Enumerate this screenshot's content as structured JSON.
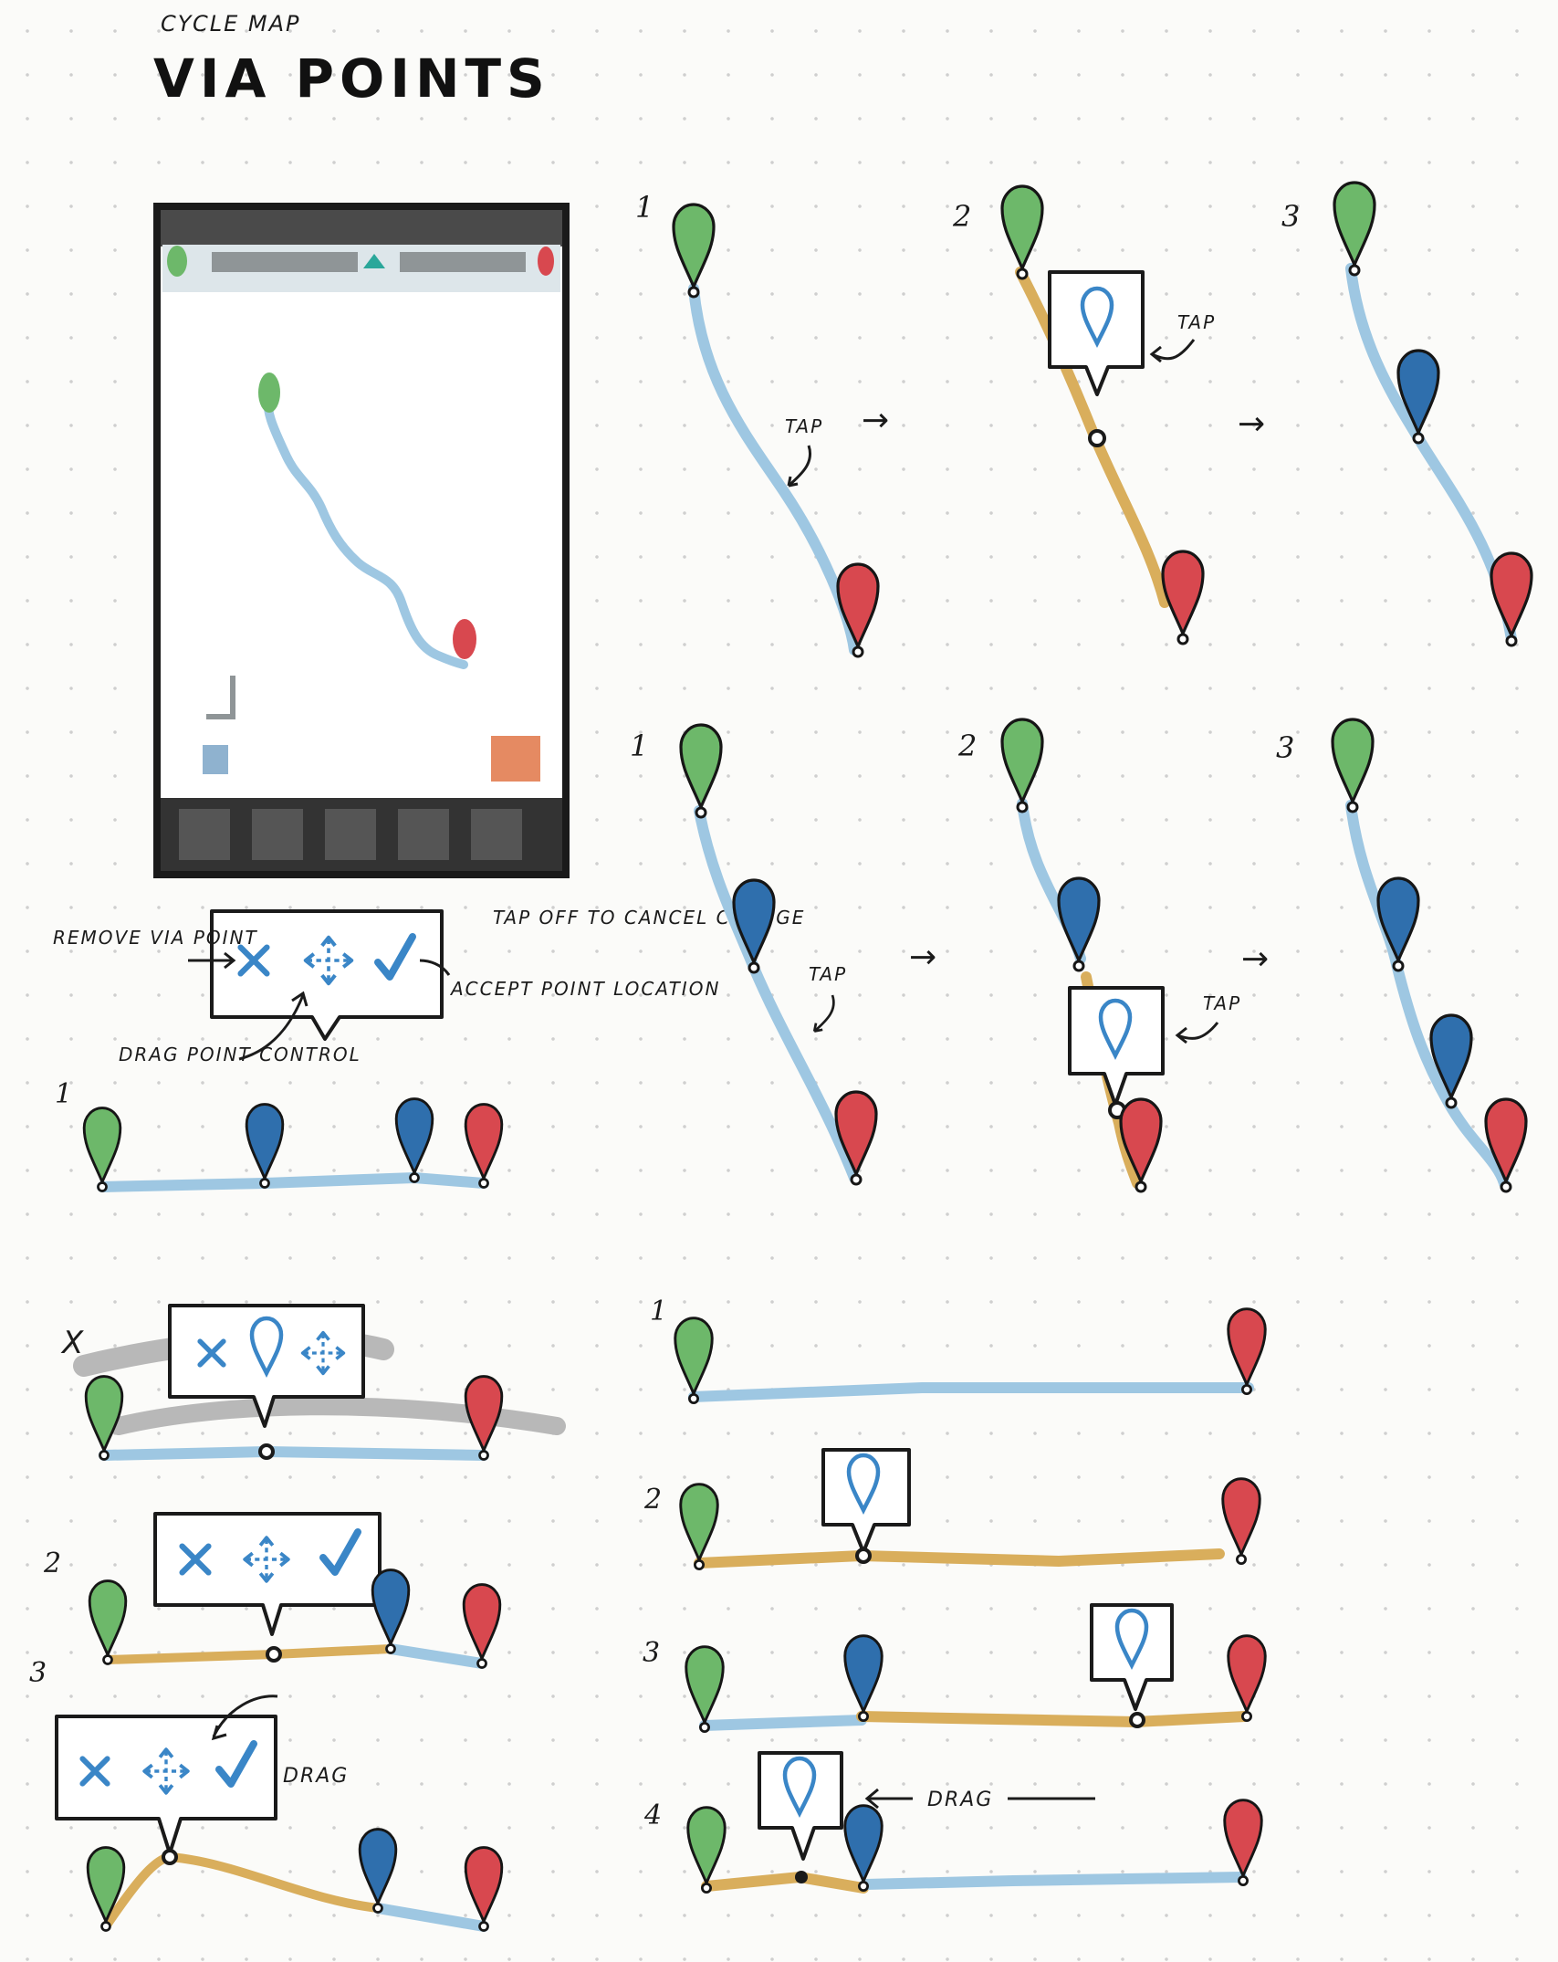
{
  "header": {
    "subtitle": "CYCLE MAP",
    "title": "VIA POINTS"
  },
  "colors": {
    "start_pin": "#6db86a",
    "end_pin": "#d8484f",
    "via_pin": "#2f6fad",
    "route_blue": "#9ec7e2",
    "route_orange": "#d9ae5c",
    "ink": "#1b1b1b",
    "popup_icon": "#3a86c7"
  },
  "annotations": {
    "tap": "TAP",
    "remove_via_point": "REMOVE VIA POINT",
    "tap_off_to_cancel_change": "TAP OFF TO CANCEL CHANGE",
    "accept_point_location": "ACCEPT POINT LOCATION",
    "drag_point_control": "DRAG POINT CONTROL",
    "drag": "DRAG",
    "rejected_mark": "X"
  },
  "step_numbers": [
    "1",
    "2",
    "3",
    "4"
  ],
  "icons": [
    "close-icon",
    "move-arrows-icon",
    "checkmark-icon",
    "pin-outline-icon",
    "map-pin-icon",
    "arrow-right-icon"
  ]
}
